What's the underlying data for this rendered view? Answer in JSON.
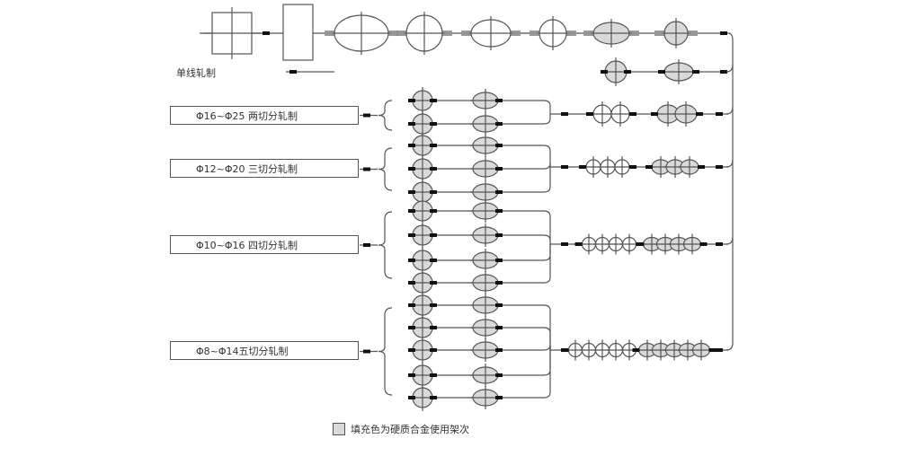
{
  "single_line_label": "单线轧制",
  "groups": [
    {
      "label": "Φ16~Φ25 两切分轧制",
      "cuts": 2
    },
    {
      "label": "Φ12~Φ20 三切分轧制",
      "cuts": 3
    },
    {
      "label": "Φ10~Φ16 四切分轧制",
      "cuts": 4
    },
    {
      "label": "Φ8~Φ14五切分轧制",
      "cuts": 5
    }
  ],
  "legend": {
    "label": "填充色为硬质合金使用架次"
  },
  "colors": {
    "line": "#555555",
    "fill": "#d9d9d9",
    "marker": "#111111"
  }
}
